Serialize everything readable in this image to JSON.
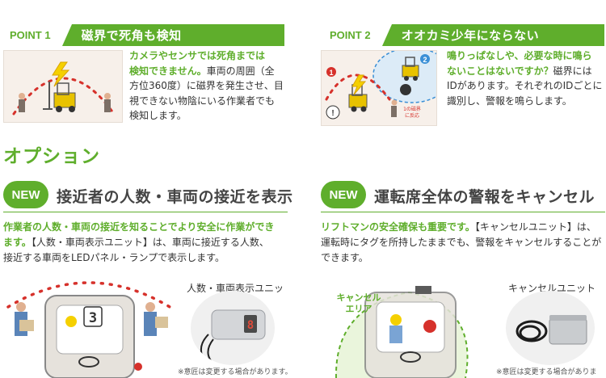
{
  "colors": {
    "brand_green": "#5fae2c",
    "alert_red": "#d6312b",
    "alert_yellow": "#f5d000",
    "zone_blue": "#3a8fd6"
  },
  "point1": {
    "tag": "POINT 1",
    "title": "磁界で死角も検知",
    "text_hl_1": "カメラやセンサでは死角までは",
    "text_hl_2": "検知できません。",
    "text_1": "車両の周囲（全",
    "text_2": "方位360度）に磁界を発生させ、目",
    "text_3": "視できない物陰にいる作業者でも",
    "text_4": "検知します。"
  },
  "point2": {
    "tag": "POINT 2",
    "title": "オオカミ少年にならない",
    "marker_1": "1",
    "marker_2": "2",
    "field_label_1": "1の磁界",
    "field_label_2": "に反応",
    "text_hl_1": "鳴りっぱなしや、必要な時に鳴ら",
    "text_hl_2": "ないことはないですか？",
    "text_1": "磁界には",
    "text_2": "IDがあります。それぞれのIDごとに",
    "text_3": "識別し、警報を鳴らします。"
  },
  "options": {
    "heading": "オプション",
    "left": {
      "badge": "NEW",
      "title": "接近者の人数・車両の接近を表示",
      "desc_hl_1": "作業者の人数・車両の接近を知ることでより安全に作業ができ",
      "desc_hl_2": "ます。",
      "desc_1": "【人数・車両表示ユニット】は、車両に接近する人数、",
      "desc_2": "接近する車両をLEDパネル・ランプで表示します。",
      "display_digit": "3",
      "unit_label": "人数・車両表示ユニット",
      "device_digit": "8",
      "note": "※意匠は変更する場合があります。"
    },
    "right": {
      "badge": "NEW",
      "title": "運転席全体の警報をキャンセル",
      "desc_hl": "リフトマンの安全確保も重要です。",
      "desc_1": "【キャンセルユニット】は、",
      "desc_2": "運転時にタグを所持したままでも、警報をキャンセルすることが",
      "desc_3": "できます。",
      "area_label_1": "キャンセル",
      "area_label_2": "エリア",
      "unit_label": "キャンセルユニット",
      "note": "※意匠は変更する場合があります。"
    }
  },
  "icons": [
    "warning-bolt-icon",
    "worker-icon",
    "forklift-icon",
    "exclamation-icon",
    "cable-icon"
  ]
}
